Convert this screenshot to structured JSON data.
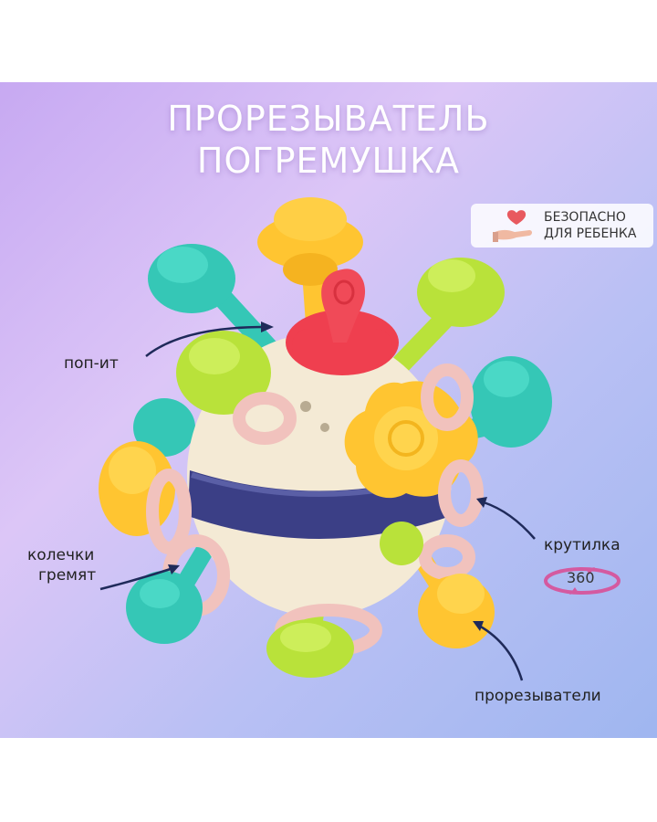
{
  "title": {
    "line1": "ПРОРЕЗЫВАТЕЛЬ",
    "line2": "ПОГРЕМУШКА"
  },
  "badge": {
    "line1": "БЕЗОПАСНО",
    "line2": "ДЛЯ РЕБЕНКА",
    "icon": "hand-heart-icon"
  },
  "callouts": {
    "popit": "поп-ит",
    "rings_line1": "колечки",
    "rings_line2": "гремят",
    "spinner": "крутилка",
    "teethers": "прорезыватели"
  },
  "rotation": {
    "value": "360",
    "icon": "rotate-360-icon"
  },
  "colors": {
    "teal": "#35c7b6",
    "yellow": "#ffc531",
    "lime": "#b9e23a",
    "red": "#ef3f4f",
    "pink": "#f1c2bd",
    "navy": "#3b3f86",
    "cream": "#f4ead5",
    "arrow": "#1f2a5a"
  }
}
